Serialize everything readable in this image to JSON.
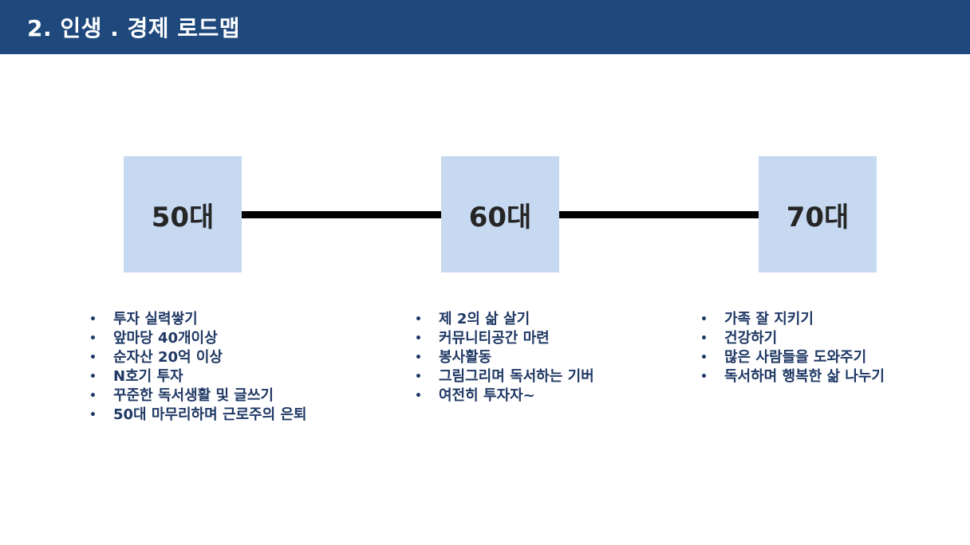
{
  "header": {
    "title": "2. 인생 . 경제 로드맵",
    "background_color": "#1f497d"
  },
  "timeline": {
    "box_color": "#c6d9f1",
    "line_color": "#000000",
    "decades": [
      {
        "label": "50대",
        "goals": [
          "투자 실력쌓기",
          "앞마당 40개이상",
          "순자산 20억 이상",
          "N호기 투자",
          "꾸준한 독서생활 및 글쓰기",
          "50대 마무리하며 근로주의 은퇴"
        ]
      },
      {
        "label": "60대",
        "goals": [
          "제 2의 삶 살기",
          "커뮤니티공간 마련",
          "봉사활동",
          "그림그리며 독서하는 기버",
          "여전히 투자자~"
        ]
      },
      {
        "label": "70대",
        "goals": [
          "가족 잘 지키기",
          "건강하기",
          "많은 사람들을 도와주기",
          "독서하며 행복한 삶 나누기"
        ]
      }
    ]
  }
}
